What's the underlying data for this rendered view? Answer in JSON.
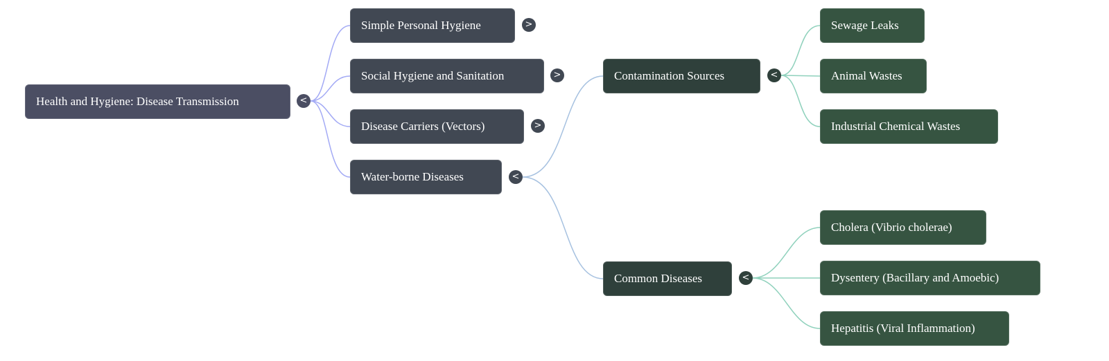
{
  "root": {
    "label": "Health and Hygiene: Disease Transmission",
    "toggle": "<"
  },
  "level1": [
    {
      "label": "Simple Personal Hygiene",
      "toggle": ">"
    },
    {
      "label": "Social Hygiene and Sanitation",
      "toggle": ">"
    },
    {
      "label": "Disease Carriers (Vectors)",
      "toggle": ">"
    },
    {
      "label": "Water-borne Diseases",
      "toggle": "<"
    }
  ],
  "level2": [
    {
      "label": "Contamination Sources",
      "toggle": "<"
    },
    {
      "label": "Common Diseases",
      "toggle": "<"
    }
  ],
  "contamination_sources": [
    "Sewage Leaks",
    "Animal Wastes",
    "Industrial Chemical Wastes"
  ],
  "common_diseases": [
    "Cholera (Vibrio cholerae)",
    "Dysentery (Bacillary and Amoebic)",
    "Hepatitis (Viral Inflammation)"
  ],
  "colors": {
    "root": "#4b4e63",
    "level1": "#414853",
    "level2": "#2f403b",
    "level3": "#365441",
    "link_root": "#a3aaf5",
    "link_water": "#a6c1e0",
    "link_leaf": "#8fd1bc"
  }
}
